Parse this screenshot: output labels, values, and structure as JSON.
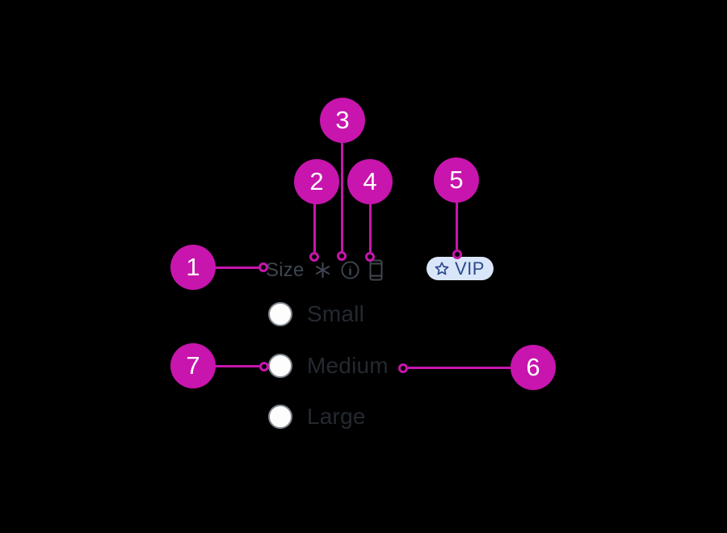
{
  "canvas": {
    "background_color": "#000000",
    "description": "Annotated form field screenshot: Size radio group with callout markers"
  },
  "colors": {
    "annotation_accent": "#C715AD",
    "annotation_number_text": "#FFFFFF",
    "field_label_text": "#3E4651",
    "icon_gray": "#3F4651",
    "option_text": "#242930",
    "radio_border": "#80878E",
    "radio_fill": "#FDFDFD",
    "badge_background": "#D9E6F9",
    "badge_text": "#2B4A8B"
  },
  "field": {
    "label": "Size",
    "icons": {
      "required": "asterisk-icon",
      "info": "info-icon",
      "mobile": "mobile-phone-icon"
    },
    "badge": {
      "label": "VIP",
      "icon": "star-icon"
    },
    "options": [
      {
        "label": "Small",
        "selected": false
      },
      {
        "label": "Medium",
        "selected": false
      },
      {
        "label": "Large",
        "selected": false
      }
    ]
  },
  "annotations": [
    {
      "number": "1",
      "target": "field-label"
    },
    {
      "number": "2",
      "target": "required-asterisk-icon"
    },
    {
      "number": "3",
      "target": "info-icon"
    },
    {
      "number": "4",
      "target": "mobile-phone-icon"
    },
    {
      "number": "5",
      "target": "vip-badge"
    },
    {
      "number": "6",
      "target": "option-label-medium"
    },
    {
      "number": "7",
      "target": "radio-button-medium"
    }
  ]
}
